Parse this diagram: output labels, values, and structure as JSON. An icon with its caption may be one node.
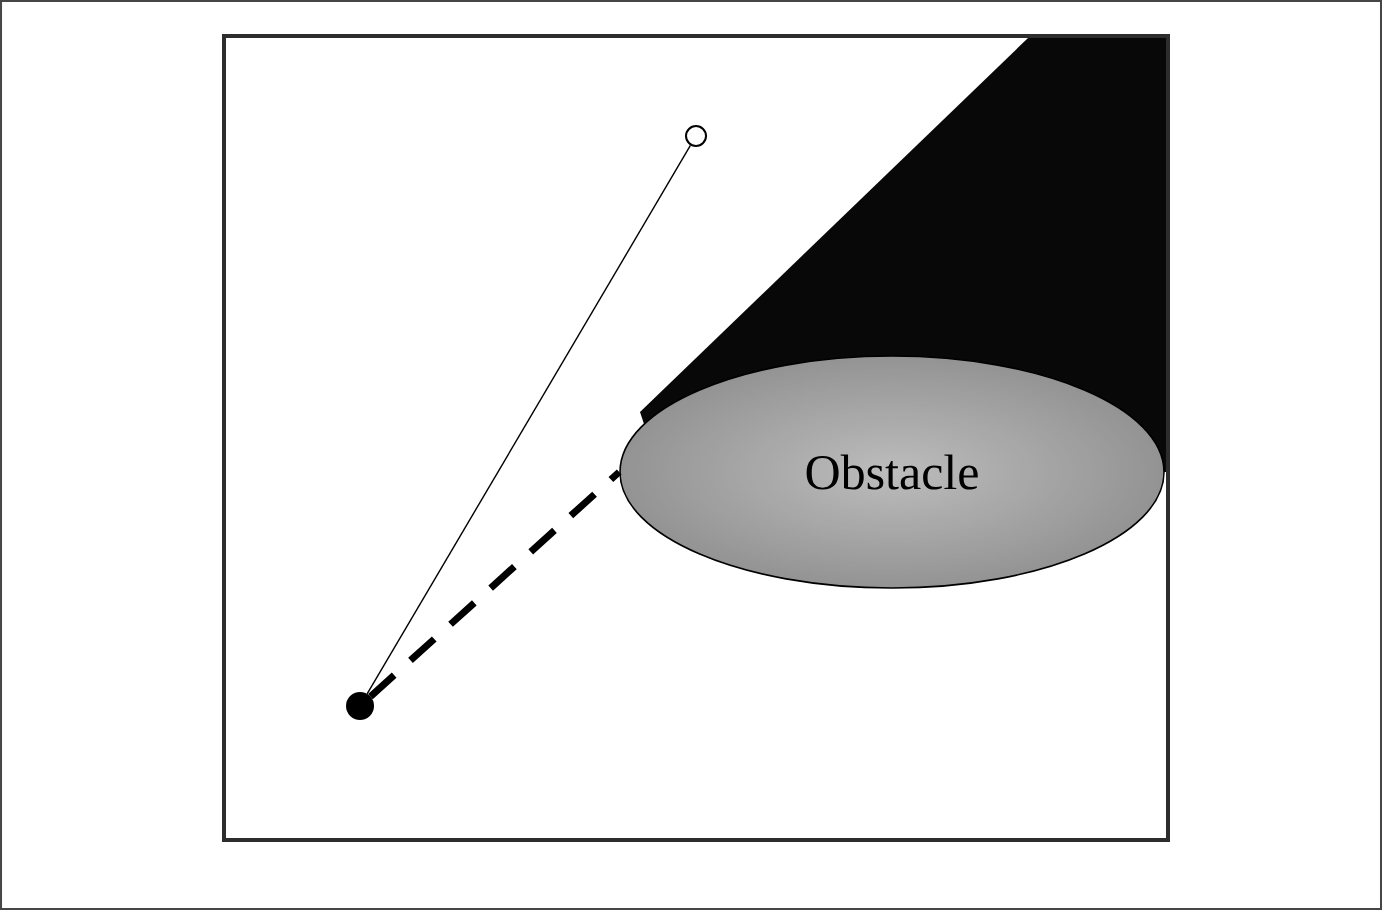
{
  "diagram": {
    "nodes": [
      {
        "text": [],
        "shape": "circle"
      },
      {
        "text": [
          "Obstacle"
        ]
      },
      {
        "text": [],
        "shape": "circle"
      }
    ],
    "edges": [
      {
        "from": 2,
        "to": 0,
        "arrow": "none"
      },
      {
        "from": 2,
        "to": 1,
        "arrow": "none",
        "style": "dashed"
      }
    ]
  }
}
